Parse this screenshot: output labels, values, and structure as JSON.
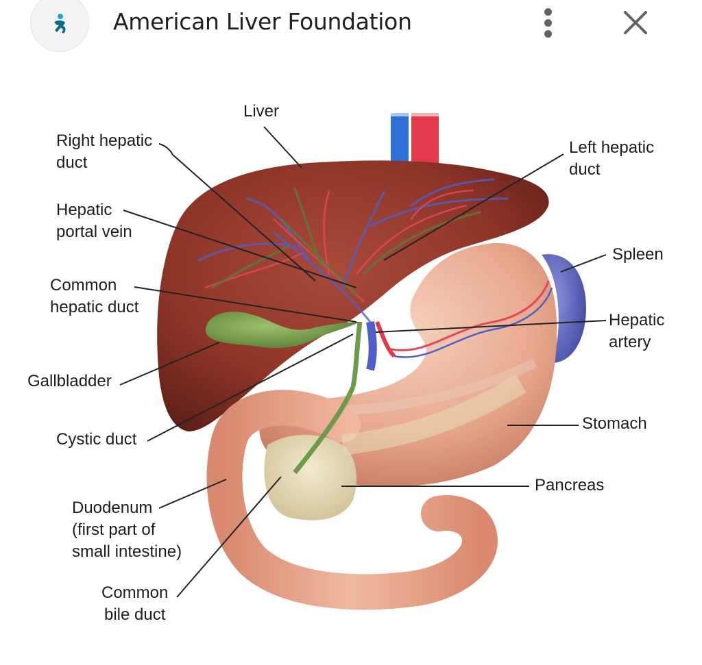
{
  "header": {
    "site_name": "American Liver Foundation",
    "logo_icon": "liver-foundation-logo-icon",
    "menu_icon": "more-vert-icon",
    "close_icon": "close-icon"
  },
  "diagram": {
    "labels": {
      "liver": "Liver",
      "right_hepatic_duct": [
        "Right hepatic",
        "duct"
      ],
      "hepatic_portal_vein": [
        "Hepatic",
        "portal vein"
      ],
      "common_hepatic_duct": [
        "Common",
        "hepatic duct"
      ],
      "gallbladder": "Gallbladder",
      "cystic_duct": "Cystic duct",
      "duodenum": [
        "Duodenum",
        "(first part of",
        "small intestine)"
      ],
      "common_bile_duct": [
        "Common",
        "bile duct"
      ],
      "left_hepatic_duct": [
        "Left hepatic",
        "duct"
      ],
      "spleen": "Spleen",
      "hepatic_artery": [
        "Hepatic",
        "artery"
      ],
      "stomach": "Stomach",
      "pancreas": "Pancreas"
    },
    "colors": {
      "liver": "#8e3528",
      "stomach": "#e8a98f",
      "gallbladder": "#6f9a4a",
      "spleen": "#5b63b8",
      "pancreas": "#e7dcb6",
      "vein_blue": "#2f6fd6",
      "artery_red": "#e23a4c"
    }
  }
}
